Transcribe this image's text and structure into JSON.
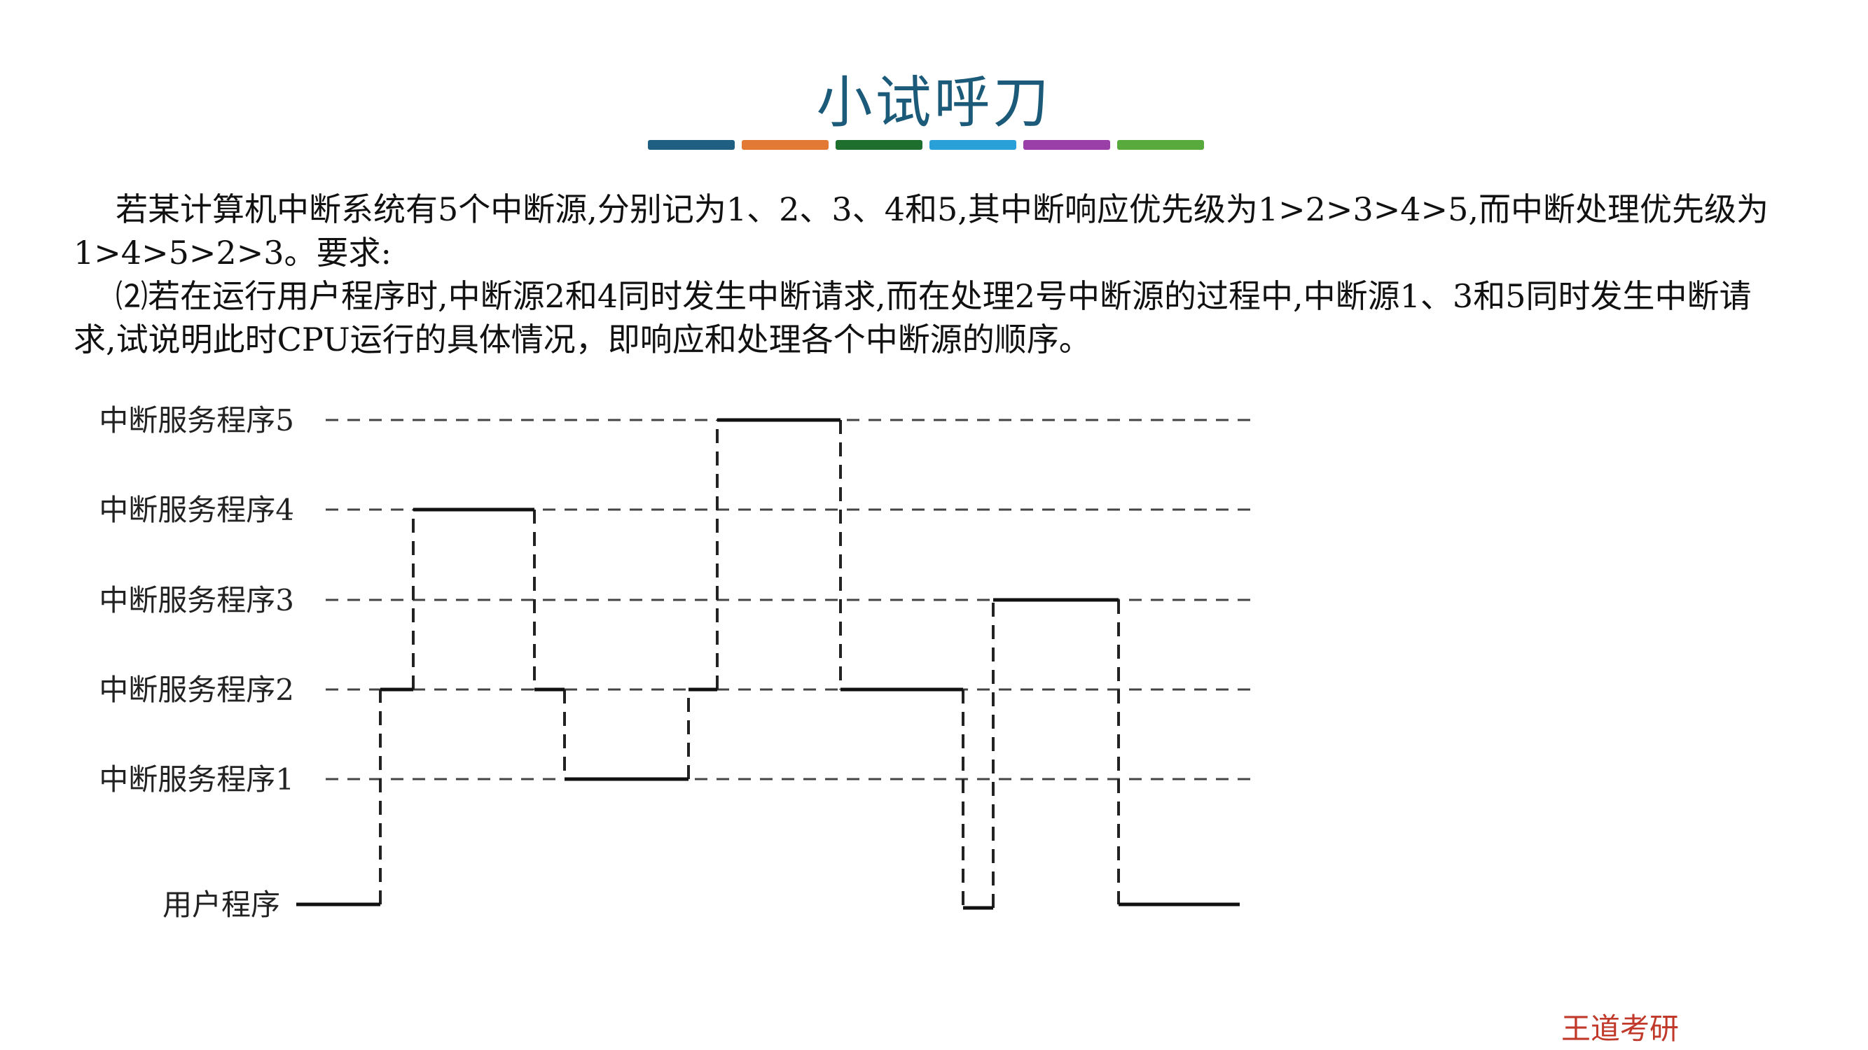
{
  "title": "小试呼刀",
  "title_bar_colors": [
    "#1e5f82",
    "#e27a36",
    "#1e6e2e",
    "#2aa0d8",
    "#9b3fa8",
    "#58aa3c"
  ],
  "paragraphs": [
    "若某计算机中断系统有5个中断源,分别记为1、2、3、4和5,其中断响应优先级为1>2>3>4>5,而中断处理优先级为1>4>5>2>3。要求:",
    "⑵若在运行用户程序时,中断源2和4同时发生中断请求,而在处理2号中断源的过程中,中断源1、3和5同时发生中断请求,试说明此时CPU运行的具体情况，即响应和处理各个中断源的顺序。"
  ],
  "levels": {
    "l5": "中断服务程序5",
    "l4": "中断服务程序4",
    "l3": "中断服务程序3",
    "l2": "中断服务程序2",
    "l1": "中断服务程序1",
    "user": "用户程序"
  },
  "execution_sequence": [
    "用户程序",
    "中断服务程序2",
    "中断服务程序4",
    "中断服务程序2",
    "中断服务程序1",
    "中断服务程序2",
    "中断服务程序5",
    "中断服务程序2",
    "用户程序",
    "中断服务程序3",
    "用户程序"
  ],
  "footer": "王道考研"
}
